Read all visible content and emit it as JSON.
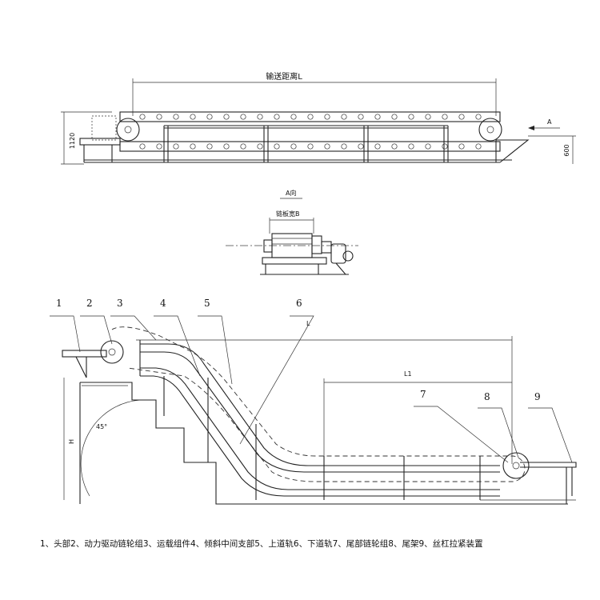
{
  "top_view": {
    "conveying_distance_label": "输送距离L",
    "height_label": "1120",
    "side_height_label": "600",
    "arrow_label": "A"
  },
  "end_view": {
    "view_label": "A向",
    "chain_width_label": "链板宽B"
  },
  "incline_view": {
    "callouts": [
      "1",
      "2",
      "3",
      "4",
      "5",
      "6",
      "7",
      "8",
      "9"
    ],
    "length_label": "L",
    "lower_length_label": "L1",
    "height_label": "H",
    "angle_label": "45°"
  },
  "caption": "1、头部2、动力驱动链轮组3、运载组件4、倾斜中间支部5、上道轨6、下道轨7、尾部链轮组8、尾架9、丝杠拉紧装置"
}
